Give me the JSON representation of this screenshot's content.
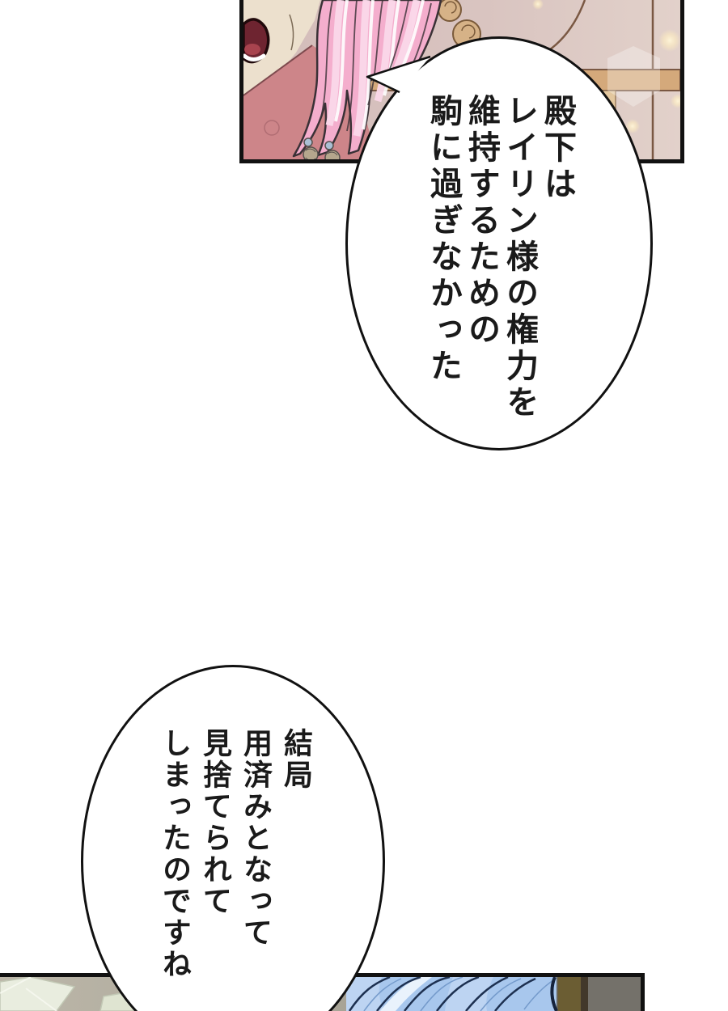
{
  "page_type": "manga-page",
  "bubbles": {
    "top": {
      "lines": [
        "殿下は",
        "レイリン様の権力を",
        "維持するための",
        "駒に過ぎなかった"
      ]
    },
    "bottom": {
      "lines": [
        "結局",
        "用済みとなって",
        "見捨てられて",
        "しまったのですね"
      ]
    }
  },
  "scene": {
    "top_panel": "pink-haired-woman-shouting",
    "bottom_panel": "blue-haired-head-top"
  },
  "colors": {
    "page_bg": "#ffffff",
    "panel_border": "#111111",
    "bubble_bg": "#ffffff",
    "text": "#1a1a1a",
    "wall": "#d8c2be",
    "wall_band_gold": "#d4a97b",
    "hair_pink": "#f4aecd",
    "clothing_rose": "#cd8589",
    "skin": "#ece0cd",
    "mouth": "#6e2430",
    "hair_blue": "#a8c7ed",
    "bottom_left_bg": "#b6b1a3",
    "pillar_olive": "#6b5d33",
    "wall_gray": "#74716a"
  }
}
